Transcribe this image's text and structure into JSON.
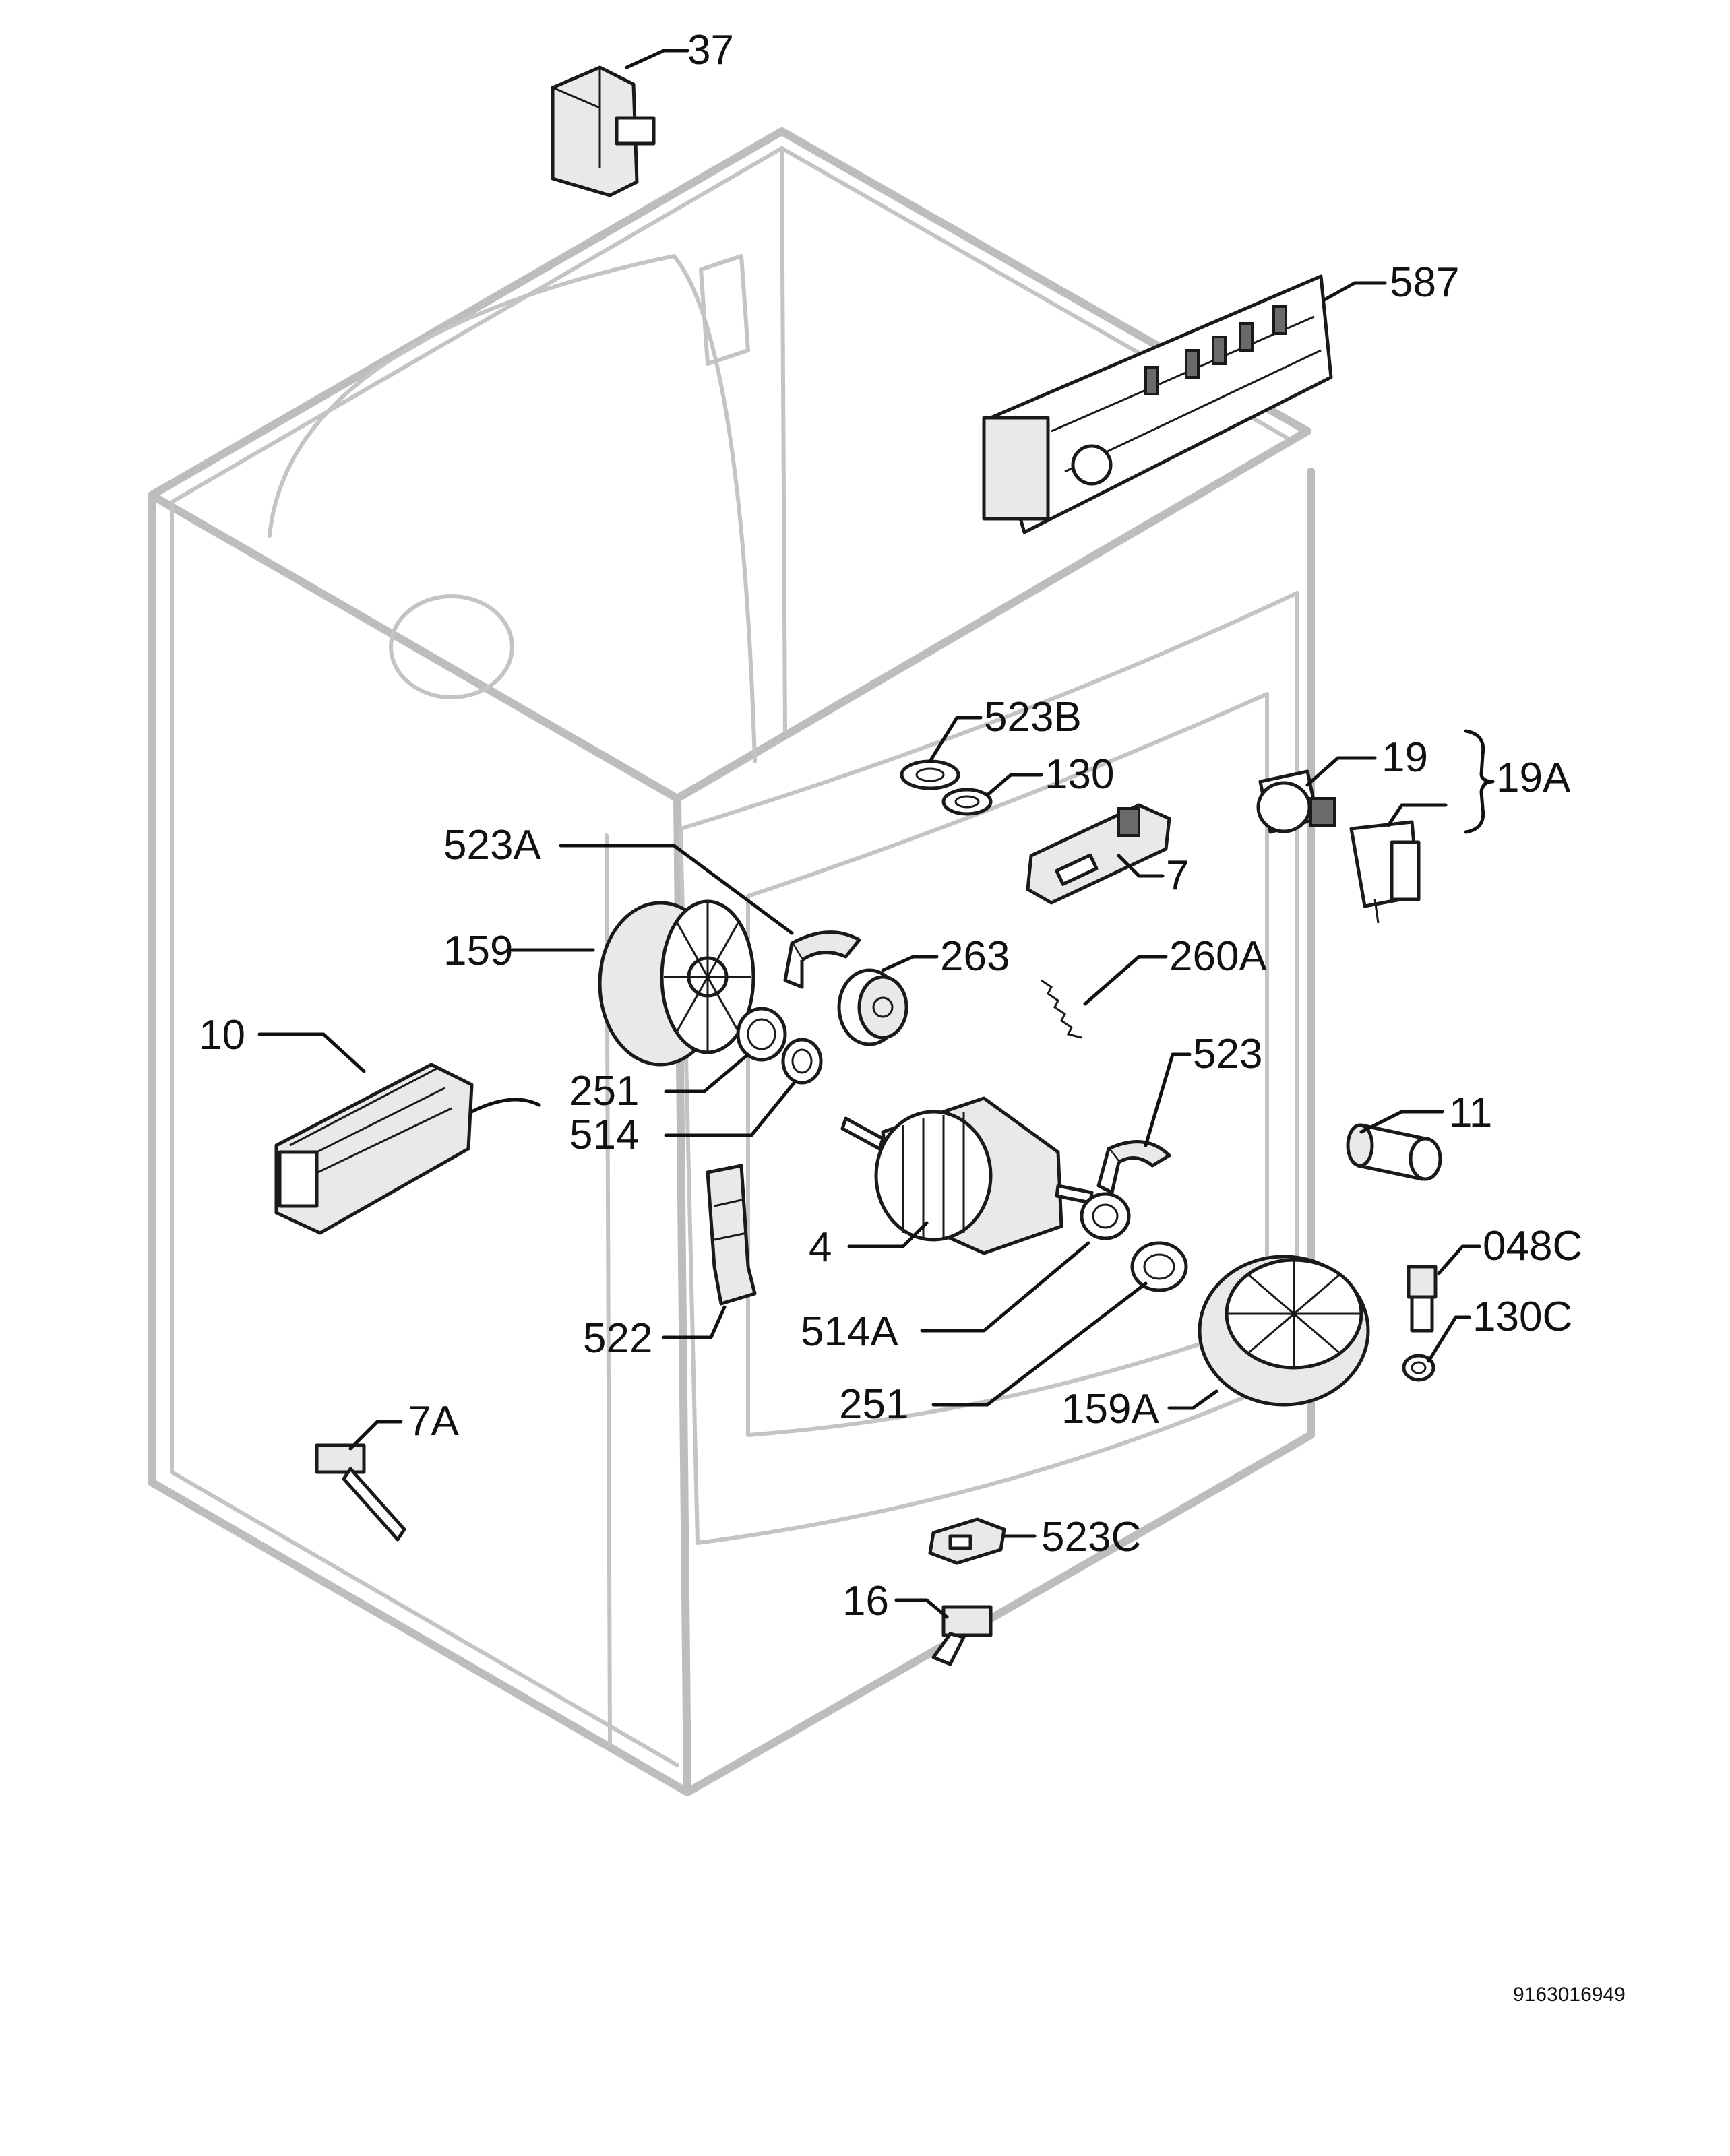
{
  "callouts": {
    "p37": "37",
    "p587": "587",
    "p523B": "523B",
    "p130": "130",
    "p19": "19",
    "p19A": "19A",
    "p523A": "523A",
    "p7": "7",
    "p159": "159",
    "p263": "263",
    "p260A": "260A",
    "p10": "10",
    "p251a": "251",
    "p514": "514",
    "p523": "523",
    "p11": "11",
    "p4": "4",
    "p048C": "048C",
    "p130C": "130C",
    "p514A": "514A",
    "p522": "522",
    "p251b": "251",
    "p159A": "159A",
    "p7A": "7A",
    "p523C": "523C",
    "p16": "16"
  },
  "drawing_number": "9163016949"
}
